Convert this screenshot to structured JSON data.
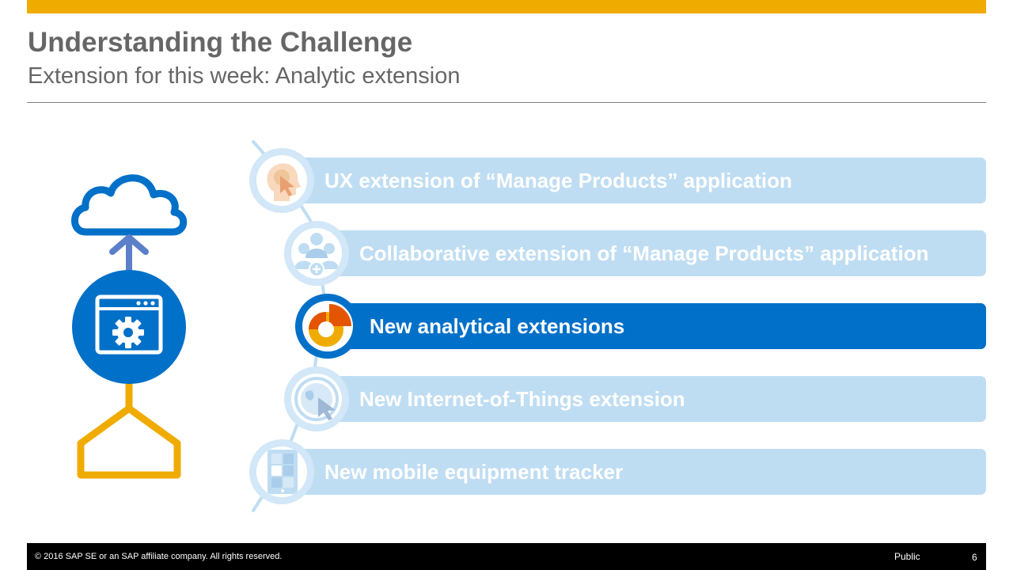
{
  "header": {
    "title": "Understanding the Challenge",
    "subtitle": "Extension for this week: Analytic extension"
  },
  "items": [
    {
      "label": "UX extension of “Manage Products” application",
      "icon": "head-cursor-icon",
      "active": false
    },
    {
      "label": "Collaborative extension of “Manage Products” application",
      "icon": "people-group-icon",
      "active": false
    },
    {
      "label": "New analytical extensions",
      "icon": "donut-chart-icon",
      "active": true
    },
    {
      "label": "New Internet-of-Things extension",
      "icon": "globe-cursor-icon",
      "active": false
    },
    {
      "label": "New mobile equipment tracker",
      "icon": "tablet-icon",
      "active": false
    }
  ],
  "left_graphic": {
    "icons": [
      "cloud-icon",
      "up-arrow-icon",
      "app-settings-icon",
      "house-outline-icon"
    ]
  },
  "colors": {
    "accent": "#F0AB00",
    "primary_blue": "#0070C8",
    "light_blue": "#BFDDF2",
    "orange": "#E35500"
  },
  "footer": {
    "copyright": "© 2016 SAP SE or an SAP affiliate company. All rights reserved.",
    "classification": "Public",
    "page_number": "6"
  }
}
